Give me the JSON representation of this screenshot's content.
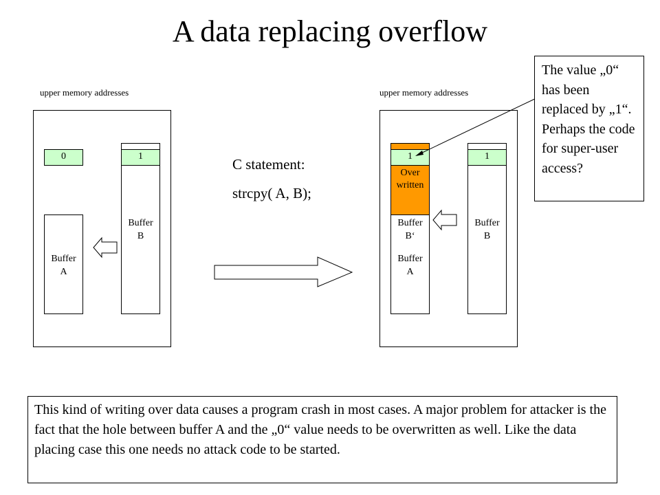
{
  "title": "A data replacing overflow",
  "left_diagram": {
    "memory_label": "upper memory addresses",
    "value_a": "0",
    "value_b": "1",
    "buffer_a_label": "Buffer\nA",
    "buffer_b_label": "Buffer\nB"
  },
  "statement": {
    "heading": "C statement:",
    "code": "strcpy( A, B);"
  },
  "right_diagram": {
    "memory_label": "upper memory addresses",
    "replaced_value": "1",
    "overwritten_label": "Over\nwritten",
    "buffer_b_prime_label": "Buffer\nB‘",
    "buffer_a_label": "Buffer\nA",
    "value_b": "1",
    "buffer_b_label": "Buffer\nB"
  },
  "callout": {
    "text": "The value „0“ has been replaced by „1“. Perhaps the code for super-user access?"
  },
  "note": {
    "text": "This kind of writing over data causes a program crash in most cases. A major problem for attacker is the fact that the hole between buffer A and the „0“ value needs to be overwritten as well. Like the data placing case this one needs no attack code to be started."
  },
  "colors": {
    "value_cell": "#ccffcc",
    "overwritten": "#ff9900"
  }
}
